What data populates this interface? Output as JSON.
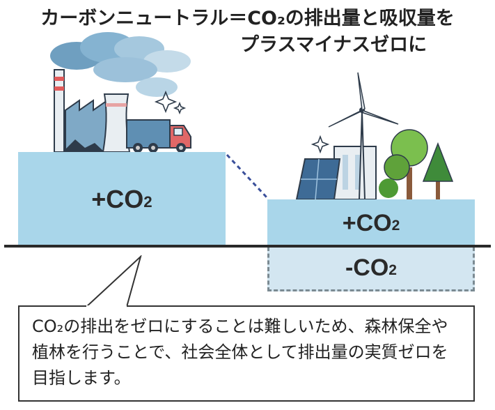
{
  "title_line1": "カーボンニュートラル＝CO₂の排出量と吸収量を",
  "title_line2": "プラスマイナスゼロに",
  "blocks": {
    "left_plus": {
      "sign": "+",
      "main": "CO",
      "sub": "2"
    },
    "right_plus": {
      "sign": "+",
      "main": "CO",
      "sub": "2"
    },
    "right_minus": {
      "sign": "-",
      "main": "CO",
      "sub": "2"
    }
  },
  "note": "CO₂の排出をゼロにすることは難しいため、森林保全や植林を行うことで、社会全体として排出量の実質ゼロを目指します。",
  "colors": {
    "emission_block": "#a9d6ea",
    "absorption_block": "#d3e6f1",
    "line": "#2a2a2a",
    "connector": "#3a4f9a"
  },
  "icons": [
    "factory-icon",
    "smoke-cloud-icon",
    "truck-icon",
    "sparkle-icon",
    "wind-turbine-icon",
    "solar-panel-icon",
    "building-icon",
    "tree-icon"
  ]
}
